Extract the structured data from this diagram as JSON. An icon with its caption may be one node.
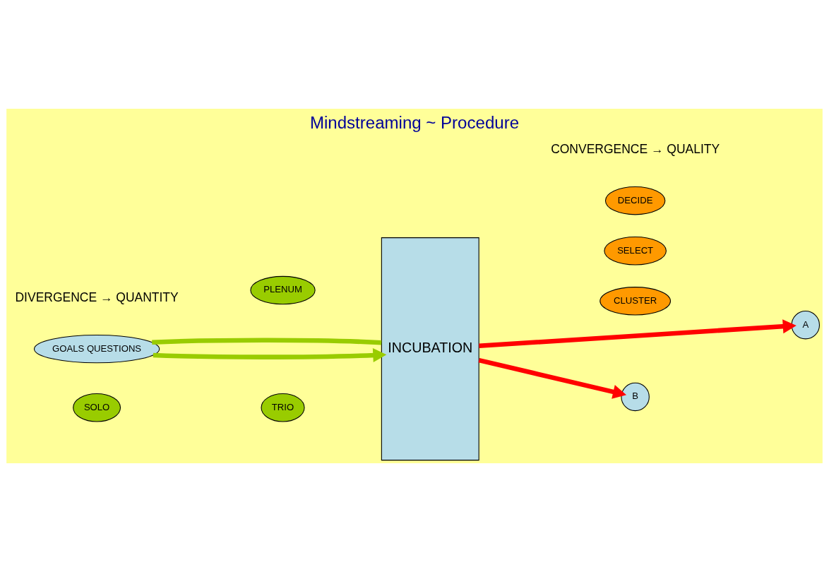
{
  "diagram": {
    "title": "Mindstreaming ~ Procedure",
    "nodes": [
      {
        "text": [
          "GOALS QUESTIONS"
        ]
      },
      {
        "text": [
          "SOLO"
        ]
      },
      {
        "text": [
          "TRIO"
        ]
      },
      {
        "text": [
          "PLENUM"
        ]
      },
      {
        "text": [
          "INCUBATION"
        ]
      },
      {
        "text": [
          "CLUSTER"
        ]
      },
      {
        "text": [
          "SELECT"
        ]
      },
      {
        "text": [
          "DECIDE"
        ]
      },
      {
        "text": [
          "A"
        ]
      },
      {
        "text": [
          "B"
        ]
      }
    ],
    "edges": [
      {
        "from": 0,
        "to": 4,
        "arrow": "to",
        "color": "#99cc00"
      },
      {
        "from": 0,
        "to": 4,
        "arrow": "none",
        "color": "#99cc00"
      },
      {
        "from": 4,
        "to": 8,
        "arrow": "to",
        "color": "#ff0000"
      },
      {
        "from": 4,
        "to": 9,
        "arrow": "to",
        "color": "#ff0000"
      }
    ],
    "labels": [
      "DIVERGENCE → QUANTITY",
      "CONVERGENCE → QUALITY"
    ]
  }
}
